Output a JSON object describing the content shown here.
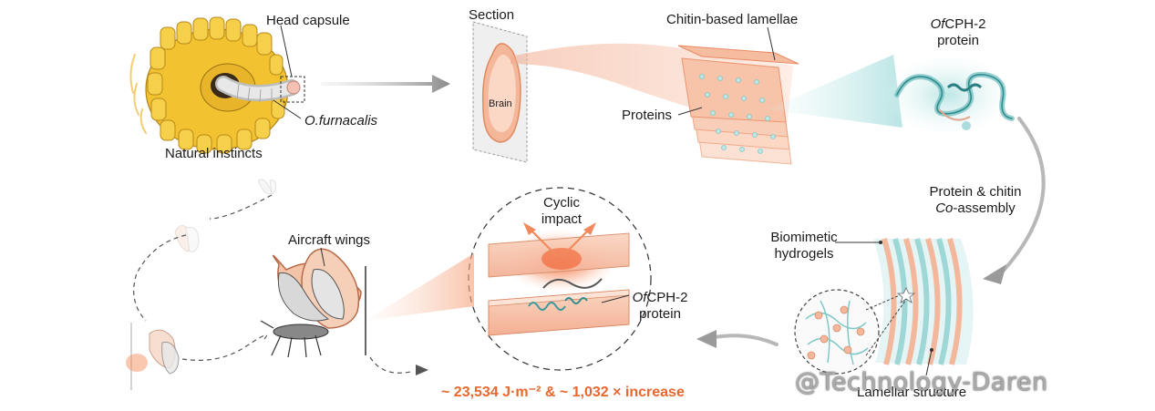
{
  "labels": {
    "head_capsule": "Head capsule",
    "o_furnacalis": "O.furnacalis",
    "natural_instincts": "Natural instincts",
    "section": "Section",
    "brain": "Brain",
    "chitin_lamellae": "Chitin-based lamellae",
    "proteins": "Proteins",
    "ofcph2_top_prefix": "Of",
    "ofcph2_top_rest": "CPH-2",
    "ofcph2_top_line2": "protein",
    "coassembly_line1": "Protein & chitin",
    "coassembly_line2_prefix": "Co",
    "coassembly_line2_rest": "-assembly",
    "biomimetic_line1": "Biomimetic",
    "biomimetic_line2": "hydrogels",
    "lamellar_structure": "Lamellar structure",
    "cyclic_line1": "Cyclic",
    "cyclic_line2": "impact",
    "ofcph2_mid_prefix": "Of",
    "ofcph2_mid_rest": "CPH-2",
    "ofcph2_mid_line2": "protein",
    "aircraft_wings": "Aircraft wings"
  },
  "result_text": "~ 23,534 J·m⁻² & ~ 1,032 × increase",
  "watermark": "@Technology-Daren",
  "colors": {
    "orange_accent": "#e8682f",
    "salmon": "#f4b79a",
    "teal": "#7fc8c8",
    "corn_yellow": "#f2c230",
    "arrow_gray": "#9a9a9a"
  }
}
